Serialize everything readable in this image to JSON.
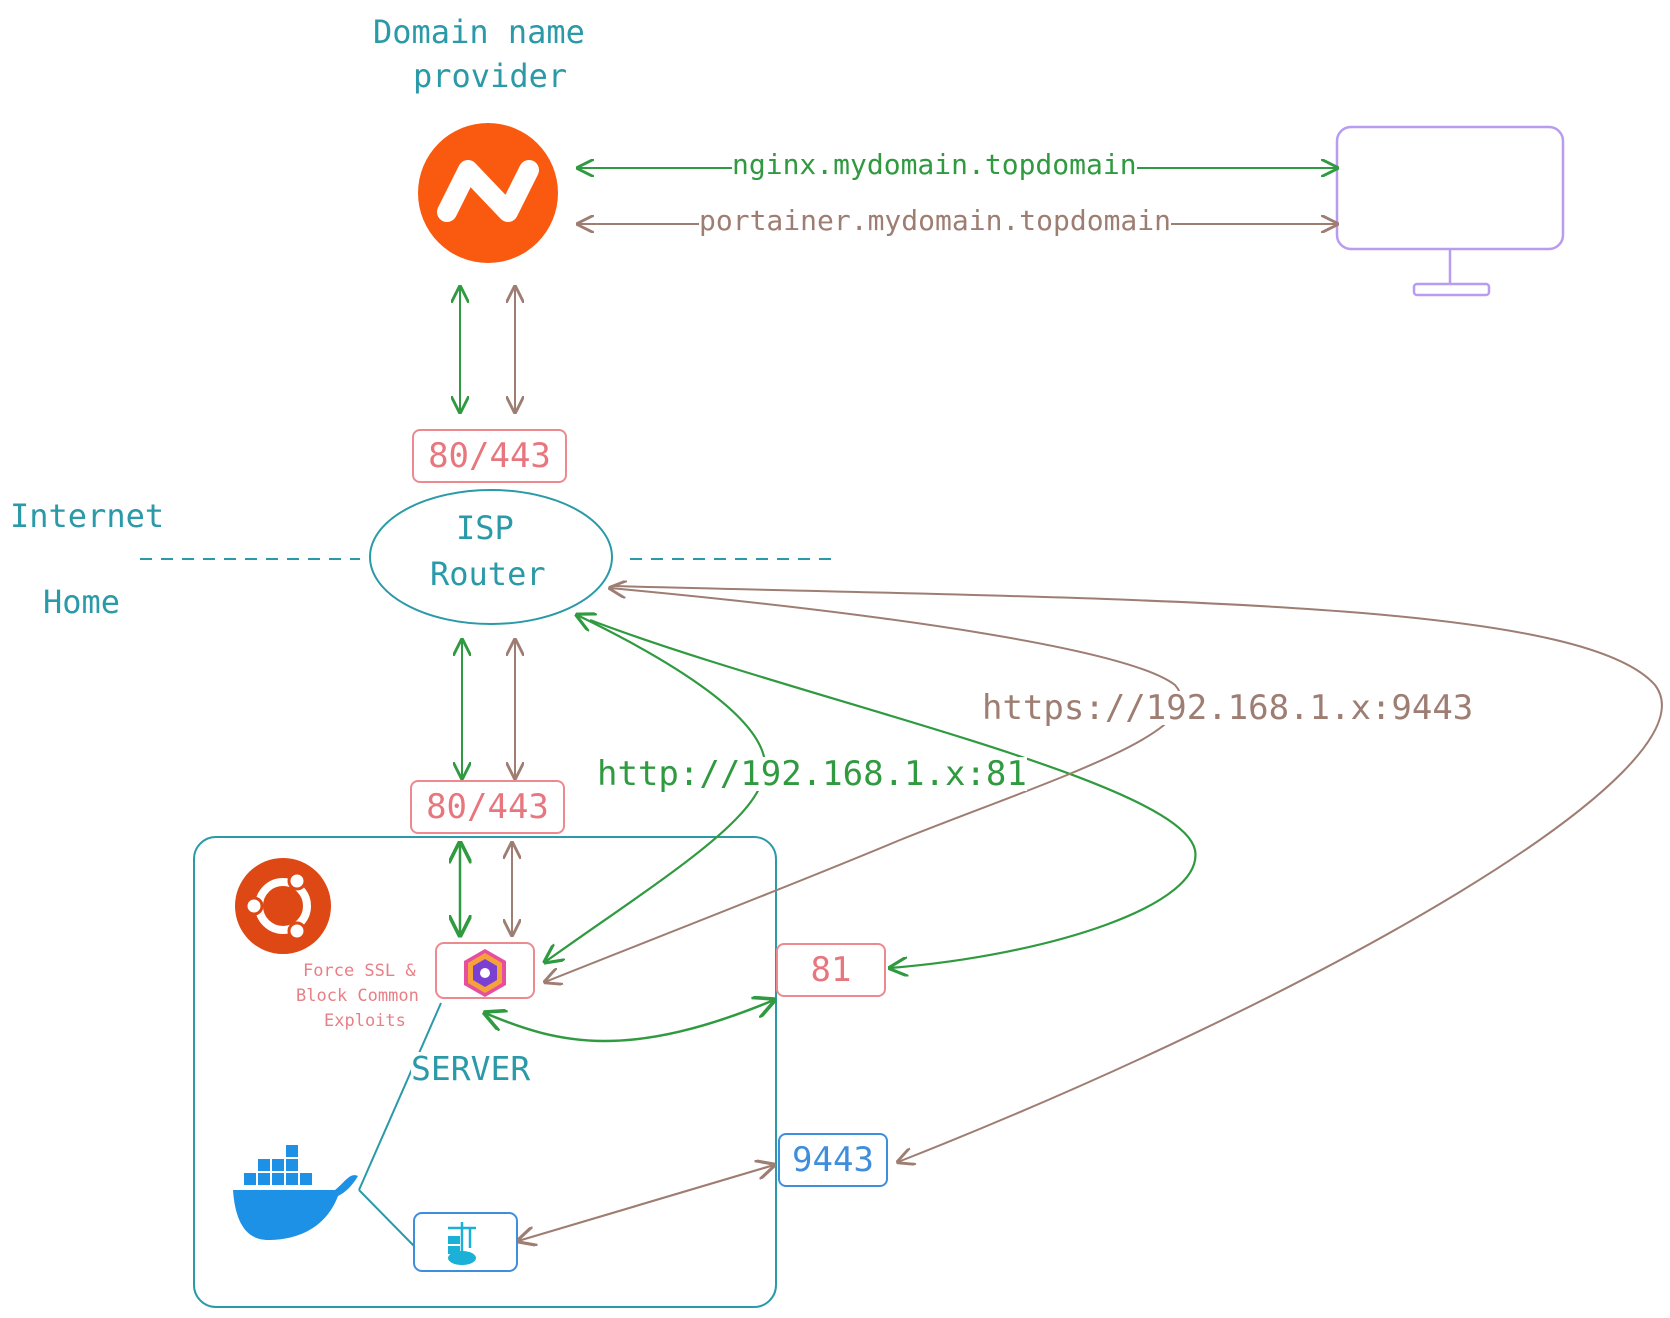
{
  "labels": {
    "domain_provider_line1": "Domain name",
    "domain_provider_line2": "provider",
    "internet": "Internet",
    "home": "Home",
    "router_line1": "ISP",
    "router_line2": "Router",
    "server": "SERVER",
    "nginx_domain": "nginx.mydomain.topdomain",
    "portainer_domain": "portainer.mydomain.topdomain",
    "http_local": "http://192.168.1.x:81",
    "https_local": "https://192.168.1.x:9443",
    "force_ssl_line1": "Force SSL &",
    "force_ssl_line2": "Block Common",
    "force_ssl_line3": "Exploits"
  },
  "ports": {
    "router_wan": "80/443",
    "server_in": "80/443",
    "npm_admin": "81",
    "portainer": "9443"
  },
  "icons": {
    "provider": "namecheap-logo-icon",
    "client": "monitor-icon",
    "os": "ubuntu-logo-icon",
    "proxy": "nginx-proxy-manager-icon",
    "container_runtime": "docker-logo-icon",
    "container_ui": "portainer-icon"
  },
  "colors": {
    "nginx_flow": "#2f9a3f",
    "portainer_flow": "#9e7d72",
    "labels": "#2a9aa8",
    "ports": "#ec8a90",
    "port_9443": "#3f8ede",
    "provider": "#fa5a0f",
    "ubuntu": "#dd4814",
    "docker": "#1d91e6",
    "monitor": "#b79cf0"
  }
}
